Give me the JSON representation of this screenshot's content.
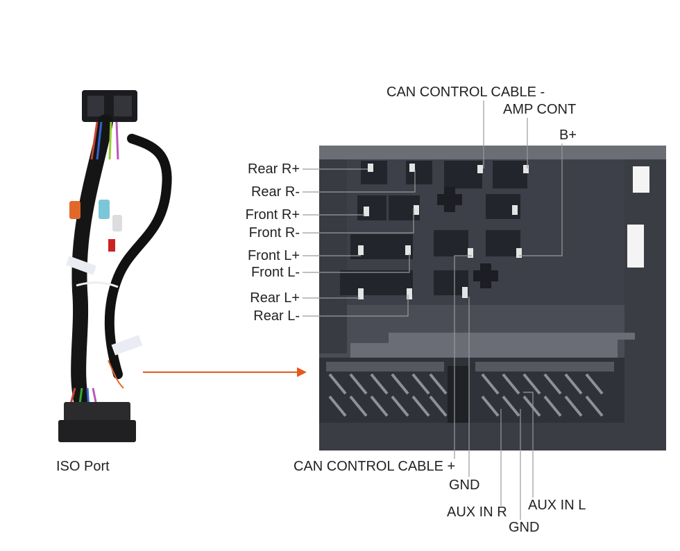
{
  "iso_port_label": "ISO Port",
  "left_labels": [
    {
      "key": "rear_r_plus",
      "text": "Rear R+"
    },
    {
      "key": "rear_r_minus",
      "text": "Rear R-"
    },
    {
      "key": "front_r_plus",
      "text": "Front R+"
    },
    {
      "key": "front_r_minus",
      "text": "Front R-"
    },
    {
      "key": "front_l_plus",
      "text": "Front L+"
    },
    {
      "key": "front_l_minus",
      "text": "Front L-"
    },
    {
      "key": "rear_l_plus",
      "text": "Rear L+"
    },
    {
      "key": "rear_l_minus",
      "text": "Rear L-"
    }
  ],
  "top_labels": {
    "can_control_minus": "CAN CONTROL CABLE -",
    "amp_cont": "AMP CONT",
    "b_plus": "B+"
  },
  "bottom_labels": {
    "can_control_plus": "CAN CONTROL CABLE +",
    "gnd_1": "GND",
    "aux_in_r": "AUX IN R",
    "aux_in_l": "AUX IN L",
    "gnd_2": "GND"
  },
  "colors": {
    "arrow": "#e8571b",
    "leader": "#9a9a9a",
    "connector_body": "#2a2d33",
    "label_text": "#222222"
  }
}
